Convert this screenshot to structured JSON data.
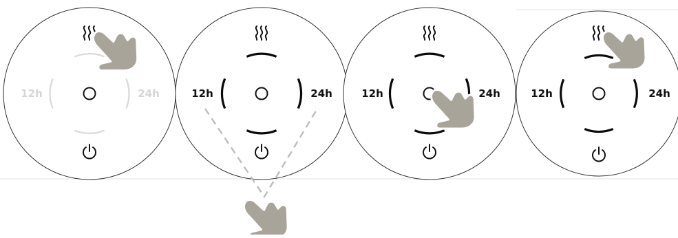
{
  "steps": [
    {
      "state": "off",
      "label_left": "12h",
      "label_right": "24h",
      "heat_icon": "heat-wave-icon",
      "center_icon": "circle-button-icon",
      "bottom_icon": "power-icon",
      "touch_target": "heat",
      "colors": {
        "labels": "#d6d6d6",
        "ring": "#d9d9d9"
      }
    },
    {
      "state": "on",
      "label_left": "12h",
      "label_right": "24h",
      "heat_icon": "heat-wave-icon",
      "center_icon": "circle-button-icon",
      "bottom_icon": "power-icon",
      "touch_target": "timer-labels",
      "colors": {
        "labels": "#111111",
        "ring": "#0a0a0a"
      }
    },
    {
      "state": "on",
      "label_left": "12h",
      "label_right": "24h",
      "heat_icon": "heat-wave-icon",
      "center_icon": "circle-button-icon",
      "bottom_icon": "power-icon",
      "touch_target": "center",
      "colors": {
        "labels": "#111111",
        "ring": "#0a0a0a"
      }
    },
    {
      "state": "on",
      "label_left": "12h",
      "label_right": "24h",
      "heat_icon": "heat-wave-icon",
      "center_icon": "circle-button-icon",
      "bottom_icon": "power-icon",
      "touch_target": "heat",
      "colors": {
        "labels": "#111111",
        "ring": "#0a0a0a"
      }
    }
  ],
  "hand_color": "#a8a49a"
}
